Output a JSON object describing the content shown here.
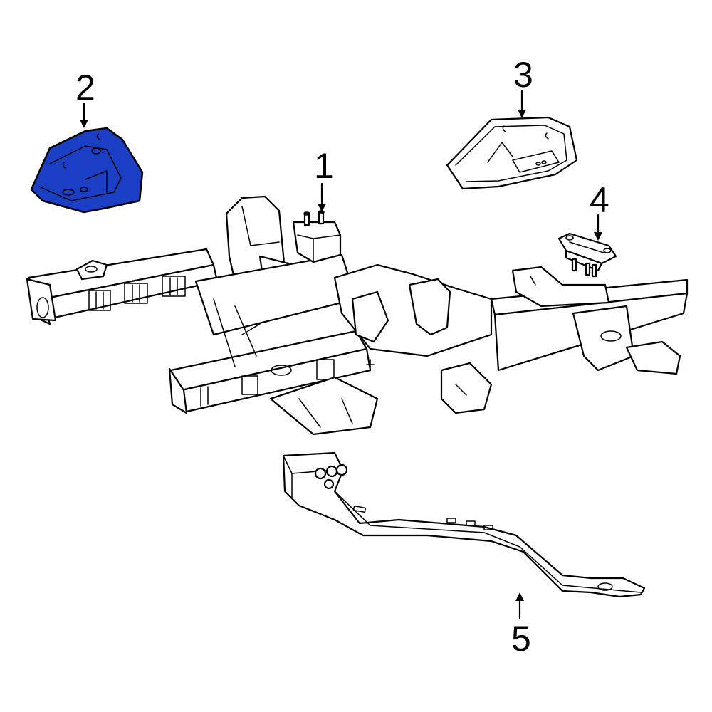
{
  "colors": {
    "highlight": "#1b3fc4",
    "line": "#000000",
    "background": "#ffffff"
  },
  "callouts": [
    {
      "id": "1",
      "label": "1"
    },
    {
      "id": "2",
      "label": "2"
    },
    {
      "id": "3",
      "label": "3"
    },
    {
      "id": "4",
      "label": "4"
    },
    {
      "id": "5",
      "label": "5"
    }
  ],
  "highlighted_part": "2"
}
